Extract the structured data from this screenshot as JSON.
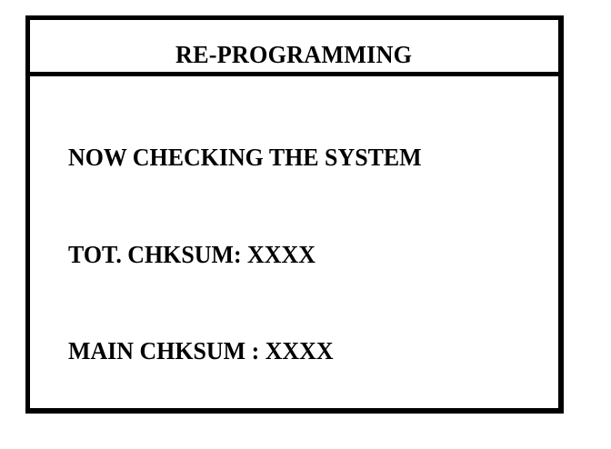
{
  "dialog": {
    "title": "RE-PROGRAMMING",
    "status_line": "NOW CHECKING THE SYSTEM",
    "total_checksum_line": "TOT. CHKSUM: XXXX",
    "main_checksum_line": "MAIN CHKSUM : XXXX",
    "colors": {
      "border": "#000000",
      "background": "#ffffff",
      "text": "#000000"
    }
  }
}
